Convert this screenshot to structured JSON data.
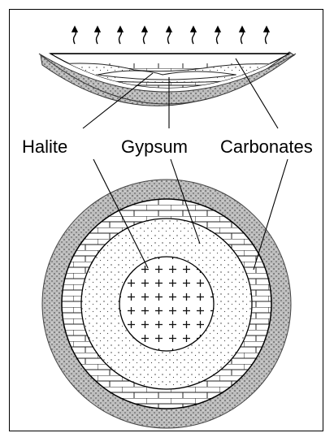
{
  "labels": {
    "halite": "Halite",
    "gypsum": "Gypsum",
    "carbonates": "Carbonates"
  }
}
